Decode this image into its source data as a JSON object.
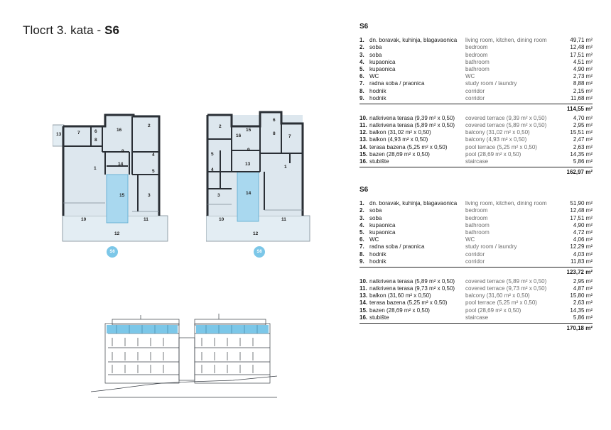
{
  "header": {
    "title_prefix": "Tlocrt 3. kata - ",
    "title_unit": "S6"
  },
  "plans": {
    "left_badge": "S6",
    "right_badge": "S6",
    "left_labels": [
      "13",
      "7",
      "6",
      "16",
      "2",
      "8",
      "9",
      "4",
      "1",
      "14",
      "5",
      "15",
      "3",
      "10",
      "11",
      "12"
    ],
    "right_labels": [
      "2",
      "15",
      "6",
      "16",
      "7",
      "8",
      "9",
      "5",
      "4",
      "13",
      "1",
      "14",
      "3",
      "10",
      "11",
      "12"
    ]
  },
  "tables": [
    {
      "title": "S6",
      "rooms": [
        {
          "num": "1.",
          "hr": "dn. boravak, kuhinja, blagavaonica",
          "en": "living room, kitchen, dining room",
          "area": "49,71 m²"
        },
        {
          "num": "2.",
          "hr": "soba",
          "en": "bedroom",
          "area": "12,48 m²"
        },
        {
          "num": "3.",
          "hr": "soba",
          "en": "bedroom",
          "area": "17,51 m²"
        },
        {
          "num": "4.",
          "hr": "kupaonica",
          "en": "bathroom",
          "area": "4,51 m²"
        },
        {
          "num": "5.",
          "hr": "kupaonica",
          "en": "bathroom",
          "area": "4,90 m²"
        },
        {
          "num": "6.",
          "hr": "WC",
          "en": "WC",
          "area": "2,73 m²"
        },
        {
          "num": "7.",
          "hr": "radna soba / praonica",
          "en": "study room / laundry",
          "area": "8,88 m²"
        },
        {
          "num": "8.",
          "hr": "hodnik",
          "en": "corridor",
          "area": "2,15 m²"
        },
        {
          "num": "9.",
          "hr": "hodnik",
          "en": "corridor",
          "area": "11,68 m²"
        }
      ],
      "subtotal": "114,55 m²",
      "outdoor": [
        {
          "num": "10.",
          "hr": "natkrivena terasa (9,39 m² x 0,50)",
          "en": "covered terrace (9,39 m² x 0,50)",
          "area": "4,70 m²"
        },
        {
          "num": "11.",
          "hr": "natkrivena terasa (5,89 m² x 0,50)",
          "en": "covered terrace (5,89 m² x 0,50)",
          "area": "2,95 m²"
        },
        {
          "num": "12.",
          "hr": "balkon (31,02 m² x 0,50)",
          "en": "balcony (31,02 m² x 0,50)",
          "area": "15,51 m²"
        },
        {
          "num": "13.",
          "hr": "balkon (4,93 m² x 0,50)",
          "en": "balcony (4,93 m² x 0,50)",
          "area": "2,47 m²"
        },
        {
          "num": "14.",
          "hr": "terasa bazena (5,25 m² x 0,50)",
          "en": "pool terrace (5,25 m² x 0,50)",
          "area": "2,63 m²"
        },
        {
          "num": "15.",
          "hr": "bazen (28,69 m² x 0,50)",
          "en": "pool (28,69 m² x 0,50)",
          "area": "14,35 m²"
        },
        {
          "num": "16.",
          "hr": "stubište",
          "en": "staircase",
          "area": "5,86 m²"
        }
      ],
      "total": "162,97 m²"
    },
    {
      "title": "S6",
      "rooms": [
        {
          "num": "1.",
          "hr": "dn. boravak, kuhinja, blagavaonica",
          "en": "living room, kitchen, dining room",
          "area": "51,90 m²"
        },
        {
          "num": "2.",
          "hr": "soba",
          "en": "bedroom",
          "area": "12,48 m²"
        },
        {
          "num": "3.",
          "hr": "soba",
          "en": "bedroom",
          "area": "17,51 m²"
        },
        {
          "num": "4.",
          "hr": "kupaonica",
          "en": "bathroom",
          "area": "4,90 m²"
        },
        {
          "num": "5.",
          "hr": "kupaonica",
          "en": "bathroom",
          "area": "4,72 m²"
        },
        {
          "num": "6.",
          "hr": "WC",
          "en": "WC",
          "area": "4,06 m²"
        },
        {
          "num": "7.",
          "hr": "radna soba / praonica",
          "en": "study room / laundry",
          "area": "12,29 m²"
        },
        {
          "num": "8.",
          "hr": "hodnik",
          "en": "corridor",
          "area": "4,03 m²"
        },
        {
          "num": "9.",
          "hr": "hodnik",
          "en": "corridor",
          "area": "11,83 m²"
        }
      ],
      "subtotal": "123,72 m²",
      "outdoor": [
        {
          "num": "10.",
          "hr": "natkrivena terasa (5,89 m² x 0,50)",
          "en": "covered terrace (5,89 m² x 0,50)",
          "area": "2,95 m²"
        },
        {
          "num": "11.",
          "hr": "natkrivena terasa (9,73 m² x 0,50)",
          "en": "covered terrace (9,73 m² x 0,50)",
          "area": "4,87 m²"
        },
        {
          "num": "13.",
          "hr": "balkon (31,60 m² x 0,50)",
          "en": "balcony (31,60 m² x 0,50)",
          "area": "15,80 m²"
        },
        {
          "num": "14.",
          "hr": "terasa bazena (5,25 m² x 0,50)",
          "en": "pool terrace (5,25 m² x 0,50)",
          "area": "2,63 m²"
        },
        {
          "num": "15.",
          "hr": "bazen (28,69 m² x 0,50)",
          "en": "pool (28,69 m² x 0,50)",
          "area": "14,35 m²"
        },
        {
          "num": "16.",
          "hr": "stubište",
          "en": "staircase",
          "area": "5,86 m²"
        }
      ],
      "total": "170,18 m²"
    }
  ],
  "colors": {
    "accent": "#7cc7e8",
    "room_fill": "#dde7ee",
    "wall": "#2a2f35",
    "pool": "#a9d8ef"
  }
}
